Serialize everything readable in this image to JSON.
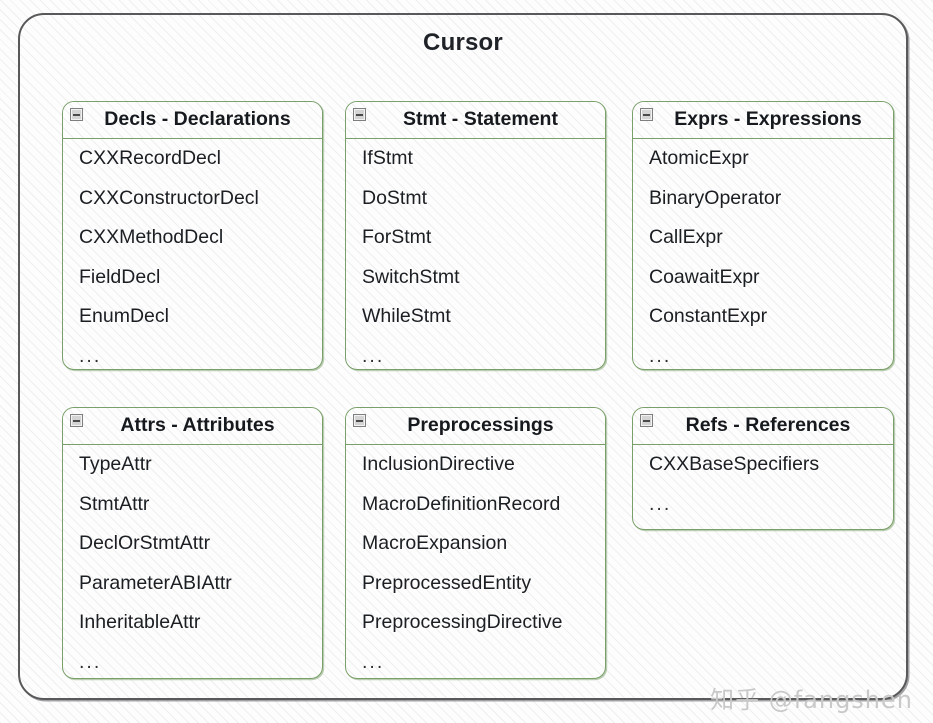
{
  "diagram": {
    "title": "Cursor",
    "watermark": "知乎 @fangshen",
    "collapse_icon": "minus-box-icon",
    "colors": {
      "outer_border": "#59595b",
      "group_border": "#7aa06a",
      "background": "#fdfdfd",
      "title_text": "#1f2328",
      "entry_text": "#1b1e22",
      "watermark": "#c9c9c9"
    },
    "groups": [
      {
        "id": "decls",
        "title": "Decls - Declarations",
        "entries": [
          "CXXRecordDecl",
          "CXXConstructorDecl",
          "CXXMethodDecl",
          "FieldDecl",
          "EnumDecl",
          "..."
        ]
      },
      {
        "id": "stmt",
        "title": "Stmt - Statement",
        "entries": [
          "IfStmt",
          "DoStmt",
          "ForStmt",
          "SwitchStmt",
          "WhileStmt",
          "..."
        ]
      },
      {
        "id": "exprs",
        "title": "Exprs - Expressions",
        "entries": [
          "AtomicExpr",
          "BinaryOperator",
          "CallExpr",
          "CoawaitExpr",
          "ConstantExpr",
          "..."
        ]
      },
      {
        "id": "attrs",
        "title": "Attrs - Attributes",
        "entries": [
          "TypeAttr",
          "StmtAttr",
          "DeclOrStmtAttr",
          "ParameterABIAttr",
          "InheritableAttr",
          "..."
        ]
      },
      {
        "id": "preprocessings",
        "title": "Preprocessings",
        "entries": [
          "InclusionDirective",
          "MacroDefinitionRecord",
          "MacroExpansion",
          "PreprocessedEntity",
          "PreprocessingDirective",
          "..."
        ]
      },
      {
        "id": "refs",
        "title": "Refs - References",
        "entries": [
          "CXXBaseSpecifiers",
          "..."
        ]
      }
    ]
  }
}
